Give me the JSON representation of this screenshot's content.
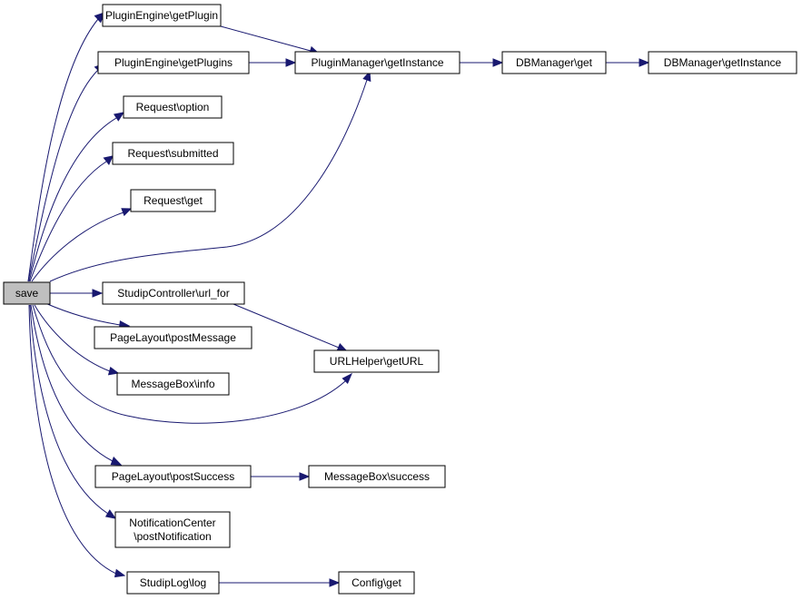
{
  "graph": {
    "root": "save",
    "nodes": {
      "save": {
        "label": "save"
      },
      "pe_getPlugin": {
        "label": "PluginEngine\\getPlugin"
      },
      "pe_getPlugins": {
        "label": "PluginEngine\\getPlugins"
      },
      "pm_getInstance": {
        "label": "PluginManager\\getInstance"
      },
      "dbm_get": {
        "label": "DBManager\\get"
      },
      "dbm_getInstance": {
        "label": "DBManager\\getInstance"
      },
      "req_option": {
        "label": "Request\\option"
      },
      "req_submitted": {
        "label": "Request\\submitted"
      },
      "req_get": {
        "label": "Request\\get"
      },
      "sc_url_for": {
        "label": "StudipController\\url_for"
      },
      "pl_postMessage": {
        "label": "PageLayout\\postMessage"
      },
      "urlh_getURL": {
        "label": "URLHelper\\getURL"
      },
      "mb_info": {
        "label": "MessageBox\\info"
      },
      "pl_postSuccess": {
        "label": "PageLayout\\postSuccess"
      },
      "mb_success": {
        "label": "MessageBox\\success"
      },
      "nc_postNotification": {
        "label_line1": "NotificationCenter",
        "label_line2": "\\postNotification"
      },
      "sl_log": {
        "label": "StudipLog\\log"
      },
      "config_get": {
        "label": "Config\\get"
      }
    },
    "edges": [
      [
        "save",
        "pe_getPlugin"
      ],
      [
        "save",
        "pe_getPlugins"
      ],
      [
        "save",
        "req_option"
      ],
      [
        "save",
        "req_submitted"
      ],
      [
        "save",
        "req_get"
      ],
      [
        "save",
        "pm_getInstance"
      ],
      [
        "save",
        "sc_url_for"
      ],
      [
        "save",
        "pl_postMessage"
      ],
      [
        "save",
        "mb_info"
      ],
      [
        "save",
        "urlh_getURL"
      ],
      [
        "save",
        "pl_postSuccess"
      ],
      [
        "save",
        "nc_postNotification"
      ],
      [
        "save",
        "sl_log"
      ],
      [
        "pe_getPlugin",
        "pm_getInstance"
      ],
      [
        "pe_getPlugins",
        "pm_getInstance"
      ],
      [
        "pm_getInstance",
        "dbm_get"
      ],
      [
        "dbm_get",
        "dbm_getInstance"
      ],
      [
        "sc_url_for",
        "urlh_getURL"
      ],
      [
        "pl_postSuccess",
        "mb_success"
      ],
      [
        "sl_log",
        "config_get"
      ]
    ],
    "colors": {
      "edge": "#191970",
      "node_border": "#000000",
      "node_fill": "#ffffff",
      "root_fill": "#bfbfbf"
    }
  }
}
